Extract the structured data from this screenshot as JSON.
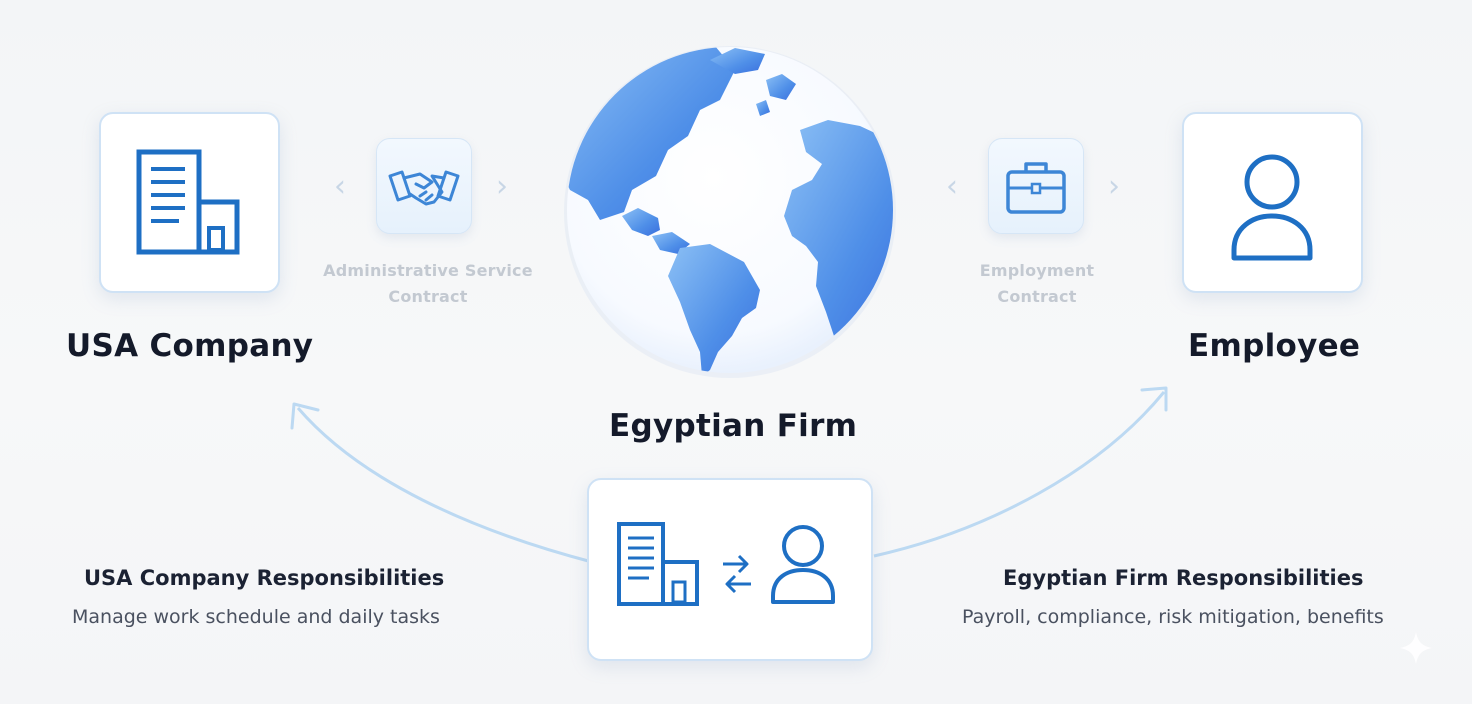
{
  "usa_company": {
    "title": "USA Company",
    "icon": "office-building-icon",
    "responsibilities_title": "USA Company Responsibilities",
    "responsibilities_text": "Manage work schedule and daily tasks"
  },
  "employee": {
    "title": "Employee",
    "icon": "person-icon"
  },
  "egyptian_firm": {
    "title": "Egyptian Firm",
    "icon": "globe-icon",
    "responsibilities_title": "Egyptian Firm Responsibilities",
    "responsibilities_text": "Payroll, compliance, risk mitigation, benefits"
  },
  "contracts": {
    "administrative": {
      "line1": "Administrative Service",
      "line2": "Contract",
      "icon": "handshake-icon"
    },
    "employment": {
      "line1": "Employment",
      "line2": "Contract",
      "icon": "briefcase-icon"
    }
  },
  "center_card": {
    "icons": [
      "office-building-icon",
      "exchange-arrows-icon",
      "person-icon"
    ]
  },
  "colors": {
    "accent": "#1e6fc4",
    "card_border": "#cfe2f5",
    "globe_ocean": "#ffffff",
    "globe_land": "#4f8fe8",
    "connector": "#bcd9f2"
  }
}
